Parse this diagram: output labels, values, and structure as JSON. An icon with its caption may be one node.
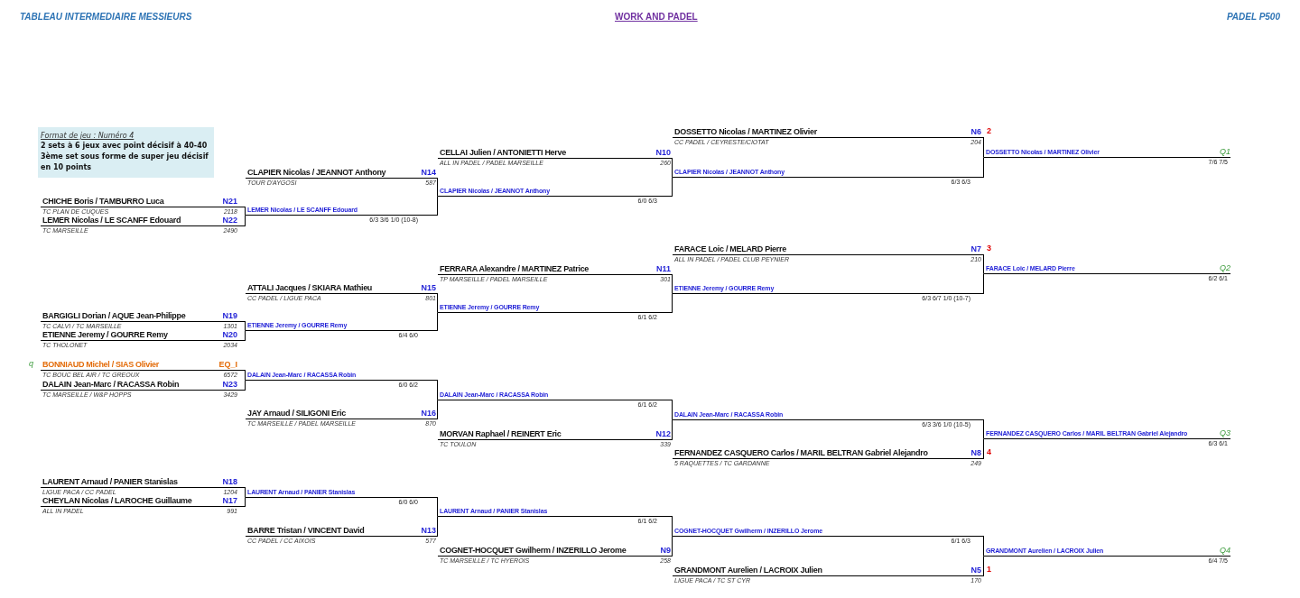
{
  "diagram": {
    "title": "TABLEAU INTERMEDIAIRE MESSIEURS",
    "nodes": [
      {
        "text": [
          "Format de jeu : Numéro 4",
          "2 sets à 6 jeux avec point décisif à 40-40 3ème set sous forme de super jeu décisif en 10 points"
        ]
      },
      {
        "text": [
          "CHICHE Boris / TAMBURRO Luca",
          "N21",
          "TC PLAN DE CUQUES",
          "2118"
        ]
      },
      {
        "text": [
          "LEMER Nicolas / LE SCANFF Edouard",
          "N22",
          "TC MARSEILLE",
          "2490"
        ]
      },
      {
        "text": [
          "BARGIGLI Dorian / AQUE Jean-Philippe",
          "N19",
          "TC CALVI / TC MARSEILLE",
          "1301"
        ]
      },
      {
        "text": [
          "ETIENNE Jeremy / GOURRE Remy",
          "N20",
          "TC THOLONET",
          "2034"
        ]
      },
      {
        "text": [
          "BONNIAUD Michel / SIAS Olivier",
          "EQ_I",
          "TC BOUC BEL AIR / TC GREOUX",
          "6572"
        ],
        "beside": [
          "q"
        ]
      },
      {
        "text": [
          "DALAIN Jean-Marc / RACASSA Robin",
          "N23",
          "TC MARSEILLE / W&P HOPPS",
          "3429"
        ]
      },
      {
        "text": [
          "LAURENT Arnaud / PANIER Stanislas",
          "N18",
          "LIGUE PACA / CC PADEL",
          "1204"
        ]
      },
      {
        "text": [
          "CHEYLAN Nicolas / LAROCHE Guillaume",
          "N17",
          "ALL IN PADEL",
          "991"
        ]
      },
      {
        "text": [
          "CLAPIER Nicolas / JEANNOT Anthony",
          "N14",
          "TOUR D'AYGOSI",
          "587"
        ]
      },
      {
        "text": [
          "LEMER Nicolas / LE SCANFF Edouard",
          "6/3 3/6 1/0 (10-8)"
        ]
      },
      {
        "text": [
          "ATTALI Jacques / SKIARA Mathieu",
          "N15",
          "CC PADEL / LIGUE PACA",
          "801"
        ]
      },
      {
        "text": [
          "ETIENNE Jeremy / GOURRE Remy",
          "6/4 6/0"
        ]
      },
      {
        "text": [
          "DALAIN Jean-Marc / RACASSA Robin",
          "6/0 6/2"
        ]
      },
      {
        "text": [
          "JAY Arnaud / SILIGONI Eric",
          "N16",
          "TC MARSEILLE / PADEL MARSEILLE",
          "870"
        ]
      },
      {
        "text": [
          "LAURENT Arnaud / PANIER Stanislas",
          "6/0 6/0"
        ]
      },
      {
        "text": [
          "BARRE Tristan / VINCENT David",
          "N13",
          "CC PADEL / CC AIXOIS",
          "577"
        ]
      },
      {
        "text": [
          "CELLAI Julien / ANTONIETTI Herve",
          "N10",
          "ALL IN PADEL / PADEL MARSEILLE",
          "260"
        ]
      },
      {
        "text": [
          "CLAPIER Nicolas / JEANNOT Anthony",
          "6/0 6/3"
        ]
      },
      {
        "text": [
          "FERRARA Alexandre / MARTINEZ Patrice",
          "N11",
          "TP MARSEILLE / PADEL MARSEILLE",
          "301"
        ]
      },
      {
        "text": [
          "ETIENNE Jeremy / GOURRE Remy",
          "6/1 6/2"
        ]
      },
      {
        "text": [
          "DALAIN Jean-Marc / RACASSA Robin",
          "6/1 6/2"
        ]
      },
      {
        "text": [
          "MORVAN Raphael / REINERT Eric",
          "N12",
          "TC TOULON",
          "339"
        ]
      },
      {
        "text": [
          "LAURENT Arnaud / PANIER Stanislas",
          "6/1 6/2"
        ]
      },
      {
        "text": [
          "COGNET-HOCQUET Gwilherm / INZERILLO Jerome",
          "N9",
          "TC MARSEILLE / TC HYEROIS",
          "258"
        ]
      },
      {
        "text": [
          "DOSSETTO Nicolas / MARTINEZ Olivier",
          "N6",
          "CC PADEL / CEYRESTE/CIOTAT",
          "204"
        ],
        "beside": [
          "2"
        ]
      },
      {
        "text": [
          "CLAPIER Nicolas / JEANNOT Anthony",
          "6/3 6/3"
        ]
      },
      {
        "text": [
          "FARACE Loic / MELARD Pierre",
          "N7",
          "ALL IN PADEL / PADEL CLUB PEYNIER",
          "210"
        ],
        "beside": [
          "3"
        ]
      },
      {
        "text": [
          "ETIENNE Jeremy / GOURRE Remy",
          "6/3 6/7 1/0 (10-7)"
        ]
      },
      {
        "text": [
          "DALAIN Jean-Marc / RACASSA Robin",
          "6/3 3/6 1/0 (10-5)"
        ]
      },
      {
        "text": [
          "FERNANDEZ CASQUERO Carlos / MARIL BELTRAN Gabriel Alejandro",
          "N8",
          "5 RAQUETTES / TC GARDANNE",
          "249"
        ],
        "beside": [
          "4"
        ]
      },
      {
        "text": [
          "COGNET-HOCQUET Gwilherm / INZERILLO Jerome",
          "6/1 6/3"
        ]
      },
      {
        "text": [
          "GRANDMONT Aurelien / LACROIX Julien",
          "N5",
          "LIGUE PACA / TC ST CYR",
          "170"
        ],
        "beside": [
          "1"
        ]
      },
      {
        "text": [
          "DOSSETTO Nicolas / MARTINEZ Olivier",
          "Q1",
          "7/6 7/5"
        ]
      },
      {
        "text": [
          "FARACE Loic / MELARD Pierre",
          "Q2",
          "6/2 6/1"
        ]
      },
      {
        "text": [
          "FERNANDEZ CASQUERO Carlos / MARIL BELTRAN Gabriel Alejandro",
          "Q3",
          "6/3 6/1"
        ]
      },
      {
        "text": [
          "GRANDMONT Aurelien / LACROIX Julien",
          "Q4",
          "6/4 7/5"
        ]
      }
    ],
    "edges": [
      {
        "from": 1,
        "to": 10,
        "arrow": "none"
      },
      {
        "from": 2,
        "to": 10,
        "arrow": "none"
      },
      {
        "from": 3,
        "to": 12,
        "arrow": "none"
      },
      {
        "from": 4,
        "to": 12,
        "arrow": "none"
      },
      {
        "from": 5,
        "to": 13,
        "arrow": "none"
      },
      {
        "from": 6,
        "to": 13,
        "arrow": "none"
      },
      {
        "from": 7,
        "to": 15,
        "arrow": "none"
      },
      {
        "from": 8,
        "to": 15,
        "arrow": "none"
      },
      {
        "from": 9,
        "to": 18,
        "arrow": "none"
      },
      {
        "from": 10,
        "to": 18,
        "arrow": "none"
      },
      {
        "from": 11,
        "to": 20,
        "arrow": "none"
      },
      {
        "from": 12,
        "to": 20,
        "arrow": "none"
      },
      {
        "from": 13,
        "to": 21,
        "arrow": "none"
      },
      {
        "from": 14,
        "to": 21,
        "arrow": "none"
      },
      {
        "from": 15,
        "to": 23,
        "arrow": "none"
      },
      {
        "from": 16,
        "to": 23,
        "arrow": "none"
      },
      {
        "from": 17,
        "to": 26,
        "arrow": "none"
      },
      {
        "from": 18,
        "to": 26,
        "arrow": "none"
      },
      {
        "from": 19,
        "to": 28,
        "arrow": "none"
      },
      {
        "from": 20,
        "to": 28,
        "arrow": "none"
      },
      {
        "from": 21,
        "to": 29,
        "arrow": "none"
      },
      {
        "from": 22,
        "to": 29,
        "arrow": "none"
      },
      {
        "from": 23,
        "to": 31,
        "arrow": "none"
      },
      {
        "from": 24,
        "to": 31,
        "arrow": "none"
      },
      {
        "from": 25,
        "to": 33,
        "arrow": "none"
      },
      {
        "from": 26,
        "to": 33,
        "arrow": "none"
      },
      {
        "from": 27,
        "to": 34,
        "arrow": "none"
      },
      {
        "from": 28,
        "to": 34,
        "arrow": "none"
      },
      {
        "from": 29,
        "to": 35,
        "arrow": "none"
      },
      {
        "from": 30,
        "to": 35,
        "arrow": "none"
      },
      {
        "from": 31,
        "to": 36,
        "arrow": "none"
      },
      {
        "from": 32,
        "to": 36,
        "arrow": "none"
      }
    ],
    "labels": [
      "WORK AND PADEL",
      "PADEL P500"
    ]
  }
}
